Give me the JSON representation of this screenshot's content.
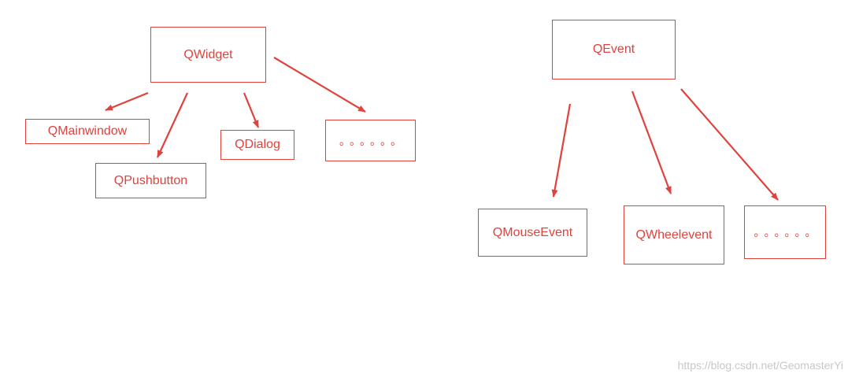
{
  "diagram": {
    "accent_color": "#e0423d",
    "nodes": {
      "qwidget": "QWidget",
      "qmainwindow": "QMainwindow",
      "qpushbutton": "QPushbutton",
      "qdialog": "QDialog",
      "widget_more": "。。。。。。",
      "qevent": "QEvent",
      "qmouseevent": "QMouseEvent",
      "qwheelevent": "QWheelevent",
      "event_more": "。。。。。。"
    },
    "edges": [
      {
        "from": "qwidget",
        "to": "qmainwindow"
      },
      {
        "from": "qwidget",
        "to": "qpushbutton"
      },
      {
        "from": "qwidget",
        "to": "qdialog"
      },
      {
        "from": "qwidget",
        "to": "widget_more"
      },
      {
        "from": "qevent",
        "to": "qmouseevent"
      },
      {
        "from": "qevent",
        "to": "qwheelevent"
      },
      {
        "from": "qevent",
        "to": "event_more"
      }
    ]
  },
  "watermark": "https://blog.csdn.net/GeomasterYi"
}
